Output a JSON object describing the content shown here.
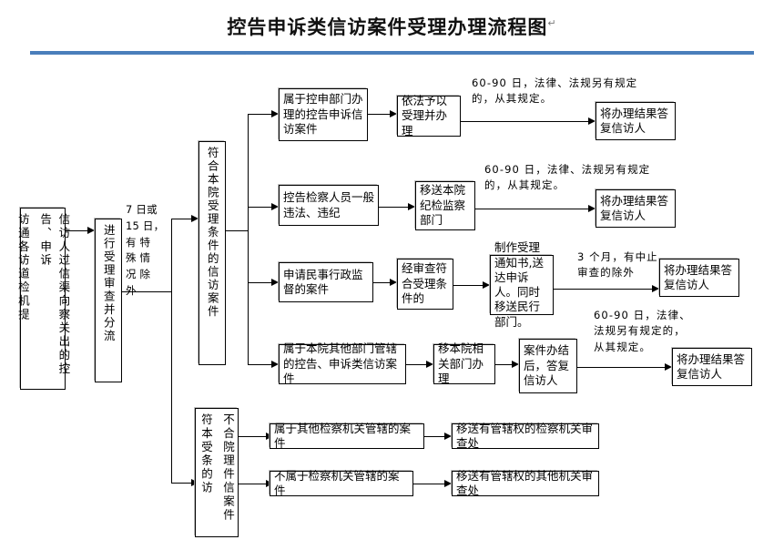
{
  "page": {
    "title": "控告申诉类信访案件受理办理流程图",
    "pilcrow": "↵",
    "accent_color": "#4a7ebb",
    "background": "#ffffff",
    "line_color": "#000000"
  },
  "nodes": {
    "source": "信访人通过各信访渠道向检察机关提出的控告、申诉",
    "source_col1": "信访人过信渠向察关出的控告、申诉",
    "source_col2": "访通各访道检机提",
    "review": "进行受理审查并分流",
    "accepted": "符合本院受理条件的信访案件",
    "rejected": "不符合本院受理条件的信访案件",
    "rejected_col1": "不合院理件信案件",
    "rejected_col2": "符本受条的访",
    "r1_c1": "属于控申部门办理的控告申诉信访案件",
    "r1_c2": "依法予以受理并办理",
    "r1_c3": "将办理结果答复信访人",
    "r2_c1": "控告检察人员一般违法、违纪",
    "r2_c2": "移送本院纪检监察部门",
    "r2_c3": "将办理结果答复信访人",
    "r3_c1": "申请民事行政监督的案件",
    "r3_c2": "经审查符合受理条件的",
    "r3_c3": "制作受理通知书,送达申诉人。同时移送民行部门。",
    "r3_c4": "将办理结果答复信访人",
    "r4_c1": "属于本院其他部门管辖的控告、申诉类信访案件",
    "r4_c2": "移本院相关部门办理",
    "r4_c3": "案件办结后，答复信访人",
    "r4_c4": "将办理结果答复信访人",
    "b1_c1": "属于其他检察机关管辖的案件",
    "b1_c2": "移送有管辖权的检察机关审查处",
    "b2_c1": "不属于检察机关管辖的案件",
    "b2_c2": "移送有管辖权的其他机关审查处"
  },
  "labels": {
    "time_review": "7 日或15日，有 特殊 情况 除外",
    "time_review_l1": "7 日或",
    "time_review_l2": "15 日，",
    "time_review_l3": "有  特",
    "time_review_l4": "殊  情",
    "time_review_l5": "况  除",
    "time_review_l6": "外",
    "time_r1": "60-90 日，法律、法规另有规定的，从其规定。",
    "time_r2": "60-90 日，法律、法规另有规定的，从其规定。",
    "time_r3": "3 个月，有中止审查的除外",
    "time_r4": "60-90 日，法律、法规另有规定的，从其规定。"
  }
}
